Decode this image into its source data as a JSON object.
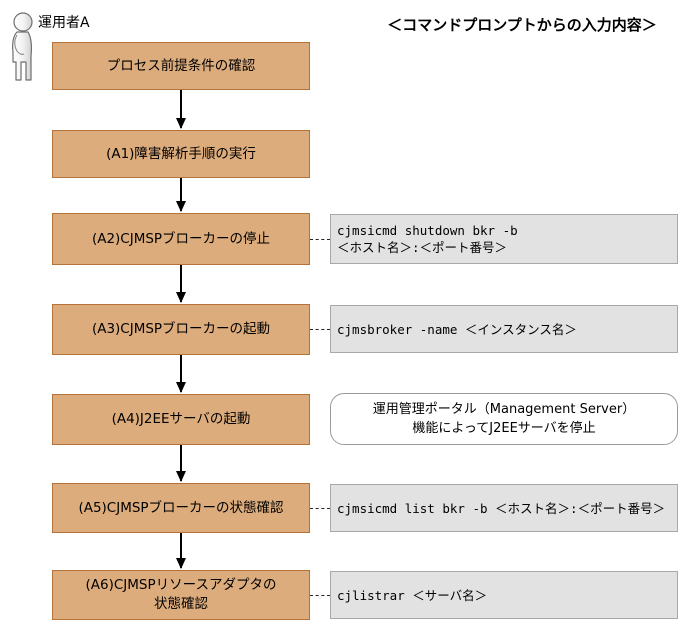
{
  "diagram": {
    "actor": {
      "icon": "actor-person-icon",
      "label": "運用者A"
    },
    "column_title": "＜コマンドプロンプトからの入力内容＞",
    "colors": {
      "node_fill": "#ddac7d",
      "node_border": "#b5733a",
      "note_fill": "#e2e2e2",
      "note_border": "#a8a8a8",
      "rounded_note_fill": "#ffffff",
      "rounded_note_border": "#9a9a9a",
      "connector": "#000000",
      "background": "#ffffff"
    },
    "steps": [
      {
        "id": "step-0",
        "label": "プロセス前提条件の確認",
        "note": null
      },
      {
        "id": "step-a1",
        "label": "(A1)障害解析手順の実行",
        "note": null
      },
      {
        "id": "step-a2",
        "label": "(A2)CJMSPブローカーの停止",
        "note": {
          "style": "command",
          "connector": "dashed",
          "text": "cjmsicmd shutdown bkr -b\n＜ホスト名＞:＜ポート番号＞"
        }
      },
      {
        "id": "step-a3",
        "label": "(A3)CJMSPブローカーの起動",
        "note": {
          "style": "command",
          "connector": "dashed",
          "text": "cjmsbroker -name ＜インスタンス名＞"
        }
      },
      {
        "id": "step-a4",
        "label": "(A4)J2EEサーバの起動",
        "note": {
          "style": "rounded",
          "connector": "none",
          "text": "運用管理ポータル（Management Server）\n機能によってJ2EEサーバを停止"
        }
      },
      {
        "id": "step-a5",
        "label": "(A5)CJMSPブローカーの状態確認",
        "note": {
          "style": "command",
          "connector": "dashed",
          "text": "cjmsicmd list bkr -b ＜ホスト名＞:＜ポート番号＞"
        }
      },
      {
        "id": "step-a6",
        "label": "(A6)CJMSPリソースアダプタの\n状態確認",
        "note": {
          "style": "command",
          "connector": "dashed",
          "text": "cjlistrar ＜サーバ名＞"
        }
      }
    ],
    "layout": {
      "node_tops": [
        42,
        130,
        213,
        304,
        394,
        483,
        570
      ],
      "node_heights": [
        48,
        48,
        52,
        51,
        51,
        50,
        50
      ],
      "note_tops": [
        0,
        0,
        214,
        305,
        393,
        484,
        571
      ],
      "note_heights": [
        0,
        0,
        50,
        48,
        52,
        48,
        48
      ]
    }
  }
}
